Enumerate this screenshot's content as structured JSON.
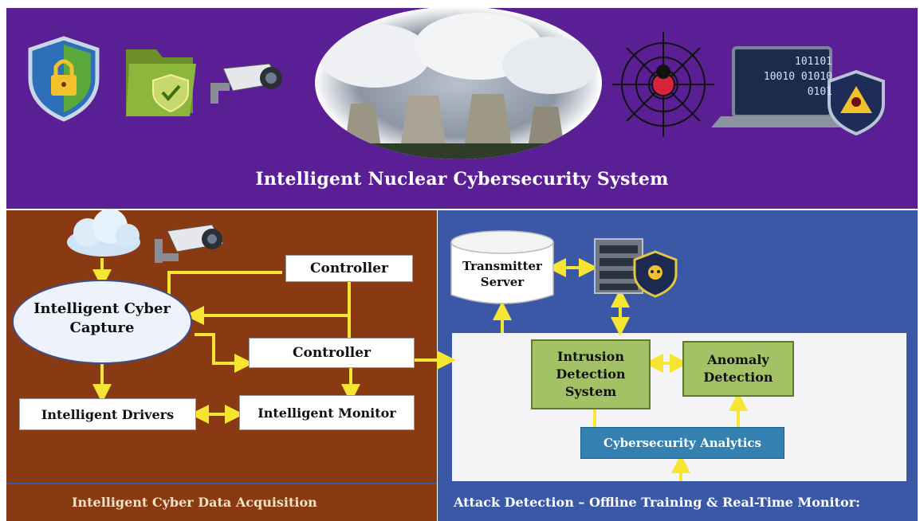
{
  "banner": {
    "title": "Intelligent Nuclear Cybersecurity System",
    "binary_lines": [
      "101101",
      "10010 01010",
      "0101"
    ]
  },
  "left_panel": {
    "capture": "Intelligent Cyber Capture",
    "controller_top": "Controller",
    "controller_mid": "Controller",
    "drivers": "Intelligent Drivers",
    "monitor": "Intelligent Monitor",
    "footer": "Intelligent Cyber Data Acquisition"
  },
  "right_panel": {
    "server": "Transmitter Server",
    "ids": "Intrusion Detection System",
    "anomaly": "Anomaly Detection",
    "analytics": "Cybersecurity Analytics",
    "footer": "Attack Detection – Offline Training & Real-Time Monitor:"
  },
  "colors": {
    "banner": "#5a1f94",
    "left": "#8a3a13",
    "right": "#3a58a6",
    "arrow": "#f7e631",
    "green_box": "#a2c265",
    "analytics_box": "#3480b0"
  },
  "icons": [
    "shield-lock-icon",
    "folder-check-icon",
    "security-camera-icon",
    "power-plant-photo",
    "spider-web-icon",
    "laptop-skull-icon",
    "cloud-icon",
    "server-rack-icon",
    "skull-shield-icon"
  ]
}
